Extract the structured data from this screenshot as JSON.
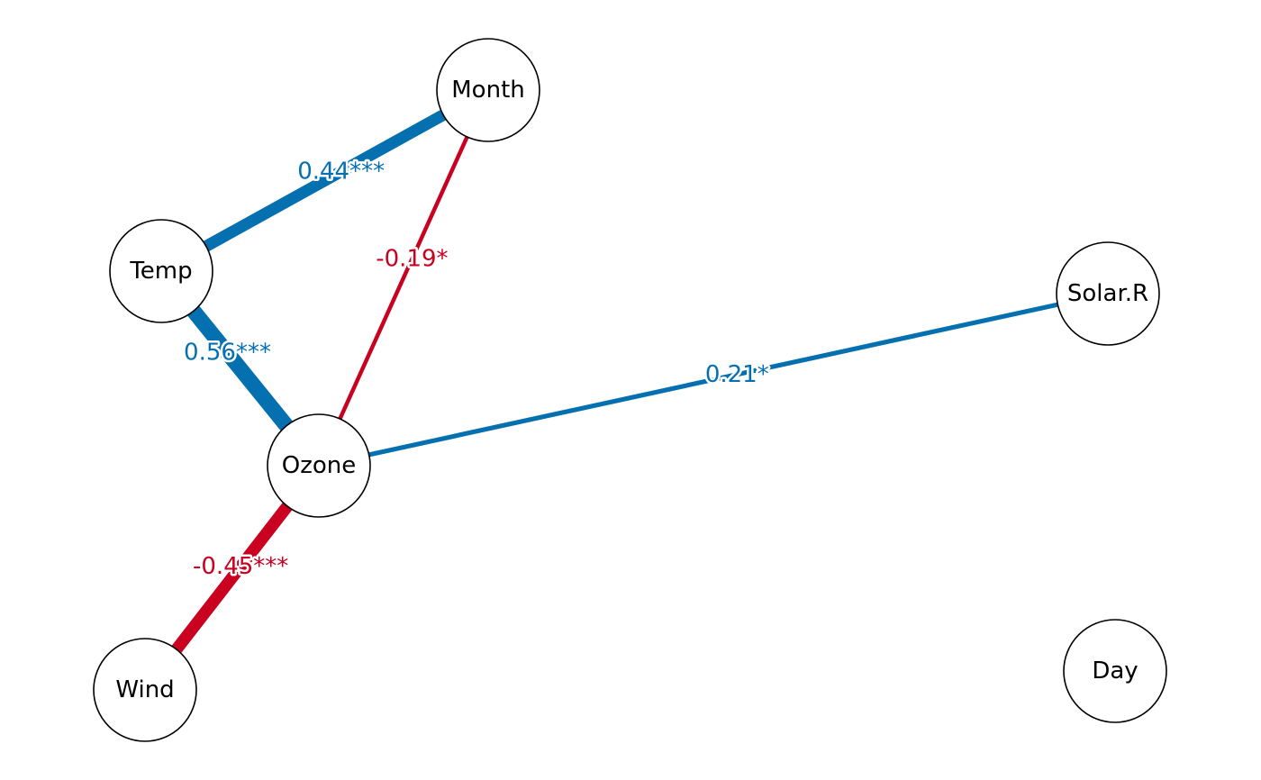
{
  "colors": {
    "positive": "#0570b0",
    "negative": "#ca0020"
  },
  "nodes": [
    {
      "id": "month",
      "label": "Month"
    },
    {
      "id": "temp",
      "label": "Temp"
    },
    {
      "id": "solar",
      "label": "Solar.R"
    },
    {
      "id": "ozone",
      "label": "Ozone"
    },
    {
      "id": "wind",
      "label": "Wind"
    },
    {
      "id": "day",
      "label": "Day"
    }
  ],
  "edges": [
    {
      "id": "temp-month",
      "from": "temp",
      "to": "month",
      "weight": 0.44,
      "label": "0.44***"
    },
    {
      "id": "ozone-month",
      "from": "ozone",
      "to": "month",
      "weight": -0.19,
      "label": "-0.19*"
    },
    {
      "id": "temp-ozone",
      "from": "temp",
      "to": "ozone",
      "weight": 0.56,
      "label": "0.56***"
    },
    {
      "id": "ozone-solar",
      "from": "ozone",
      "to": "solar",
      "weight": 0.21,
      "label": "0.21*"
    },
    {
      "id": "ozone-wind",
      "from": "ozone",
      "to": "wind",
      "weight": -0.45,
      "label": "-0.45***"
    }
  ]
}
